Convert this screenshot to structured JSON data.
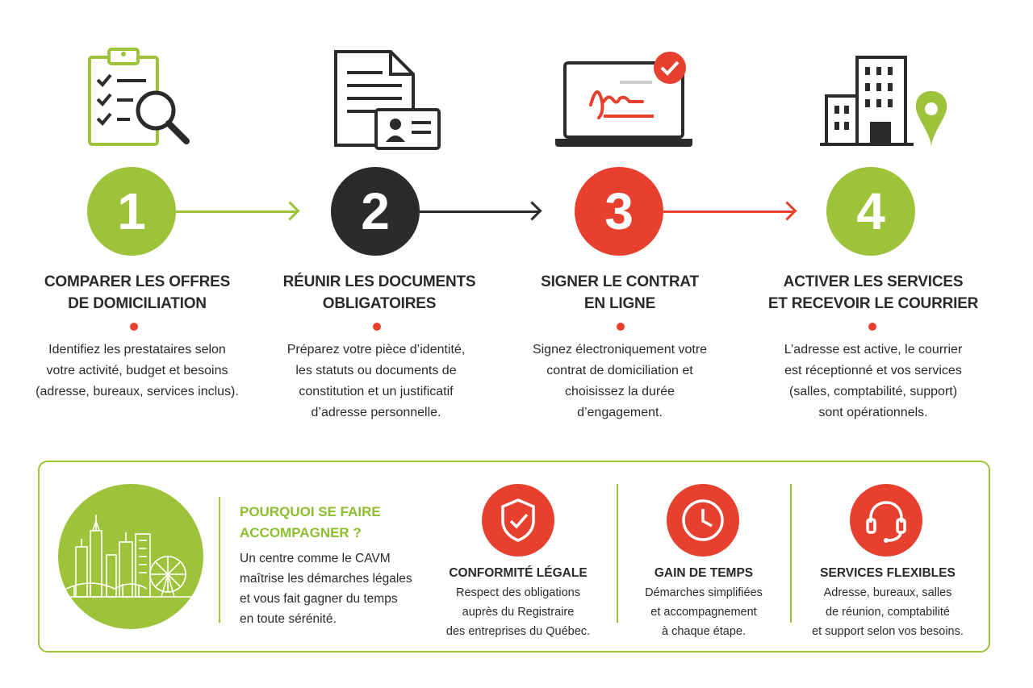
{
  "steps": [
    {
      "number": "1",
      "color": "#9dc33b",
      "title_lines": [
        "COMPARER LES OFFRES",
        "DE DOMICILIATION"
      ],
      "desc_lines": [
        "Identifiez les prestataires selon",
        "votre activité, budget et besoins",
        "(adresse, bureaux, services inclus)."
      ],
      "icon": "clipboard-search-icon"
    },
    {
      "number": "2",
      "color": "#2b2b2b",
      "title_lines": [
        "RÉUNIR LES DOCUMENTS",
        "OBLIGATOIRES"
      ],
      "desc_lines": [
        "Préparez votre pièce d’identité,",
        "les statuts ou documents de",
        "constitution et un justificatif",
        "d’adresse personnelle."
      ],
      "icon": "document-id-card-icon"
    },
    {
      "number": "3",
      "color": "#e8402f",
      "title_lines": [
        "SIGNER LE CONTRAT",
        "EN LIGNE"
      ],
      "desc_lines": [
        "Signez électroniquement votre",
        "contrat de domiciliation et",
        "choisissez la durée",
        "d’engagement."
      ],
      "icon": "laptop-signature-icon"
    },
    {
      "number": "4",
      "color": "#9dc33b",
      "title_lines": [
        "ACTIVER LES SERVICES",
        "ET RECEVOIR LE COURRIER"
      ],
      "desc_lines": [
        "L’adresse est active, le courrier",
        "est réceptionné et vos services",
        "(salles, comptabilité, support)",
        "sont opérationnels."
      ],
      "icon": "building-location-icon"
    }
  ],
  "why": {
    "title_lines": [
      "POURQUOI SE FAIRE",
      "ACCOMPAGNER ?"
    ],
    "text_lines": [
      "Un centre comme le CAVM",
      "maîtrise les démarches légales",
      "et vous fait gagner du temps",
      "en toute sérénité."
    ],
    "image_icon": "city-skyline-icon"
  },
  "features": [
    {
      "icon": "shield-check-icon",
      "title": "CONFORMITÉ LÉGALE",
      "desc_lines": [
        "Respect des obligations",
        "auprès du Registraire",
        "des entreprises du Québec."
      ]
    },
    {
      "icon": "clock-icon",
      "title": "GAIN DE TEMPS",
      "desc_lines": [
        "Démarches simplifiées",
        "et accompagnement",
        "à chaque étape."
      ]
    },
    {
      "icon": "headset-icon",
      "title": "SERVICES FLEXIBLES",
      "desc_lines": [
        "Adresse, bureaux, salles",
        "de réunion, comptabilité",
        "et support selon vos besoins."
      ]
    }
  ],
  "colors": {
    "green": "#9dc33b",
    "dark": "#2b2b2b",
    "red": "#e8402f"
  }
}
